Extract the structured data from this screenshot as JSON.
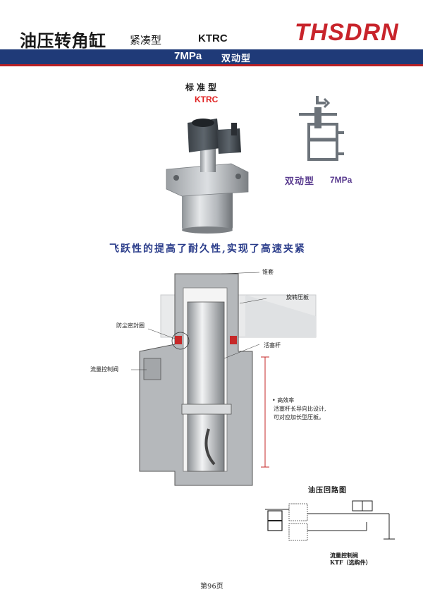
{
  "header": {
    "title": "油压转角缸",
    "subtitle": "紧凑型",
    "model": "KTRC",
    "logo_text": "THSDRN"
  },
  "band": {
    "pressure": "7MPa",
    "action": "双动型"
  },
  "product": {
    "type_label": "标准型",
    "model": "KTRC"
  },
  "symbol": {
    "action": "双动型",
    "pressure": "7MPa"
  },
  "tagline": "飞跃性的提高了耐久性,实现了高速夹紧",
  "cross_section": {
    "labels": {
      "taper": "锥套",
      "swing_arm": "旋转压板",
      "dust_seal": "防尘密封圈",
      "piston_rod": "活塞杆",
      "flow_valve": "流量控制阀",
      "efficiency": "• 高效率",
      "efficiency_line1": "活塞杆长导向比设计,",
      "efficiency_line2": "可对应加长型压板。"
    }
  },
  "circuit": {
    "title": "油压回路图",
    "valve_name": "流量控制阀",
    "valve_model": "KTF（选购件）"
  },
  "footer": {
    "page": "第96页"
  },
  "colors": {
    "band": "#1f3a78",
    "accent_red": "#b92024",
    "logo_red": "#c8242b",
    "model_red": "#e02020",
    "purple": "#5a3c8f",
    "tagline_blue": "#2a3c8a"
  }
}
